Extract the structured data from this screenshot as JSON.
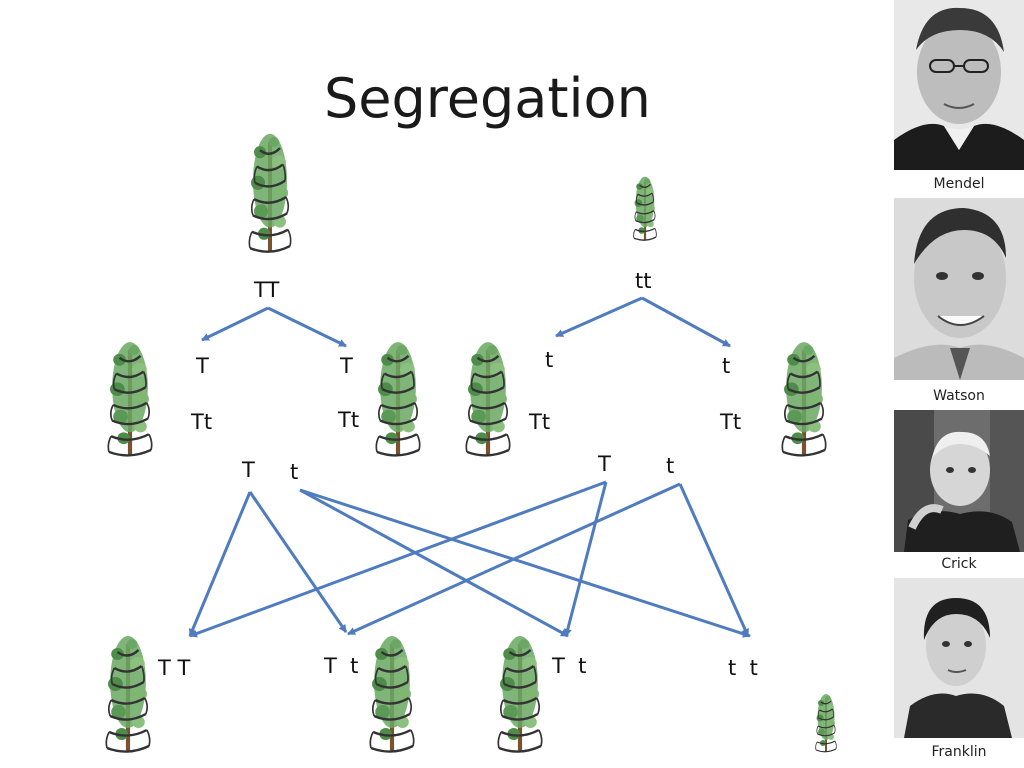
{
  "slide": {
    "title": "Segregation"
  },
  "parents": {
    "tall": {
      "genotype": "TT",
      "gametes": [
        "T",
        "T"
      ]
    },
    "short": {
      "genotype": "tt",
      "gametes": [
        "t",
        "t"
      ]
    }
  },
  "f1": {
    "genotypes": [
      "Tt",
      "Tt",
      "Tt",
      "Tt"
    ],
    "gametes_left": [
      "T",
      "t"
    ],
    "gametes_right": [
      "T",
      "t"
    ]
  },
  "f2": {
    "genotypes": [
      "T T",
      "T  t",
      "T  t",
      "t  t"
    ]
  },
  "colors": {
    "arrow": "#4f7bbf",
    "leaf": "#5b9a56",
    "coil": "#333333",
    "trunk": "#7a5230"
  },
  "scientists": [
    {
      "name": "Mendel"
    },
    {
      "name": "Watson"
    },
    {
      "name": "Crick"
    },
    {
      "name": "Franklin"
    }
  ]
}
